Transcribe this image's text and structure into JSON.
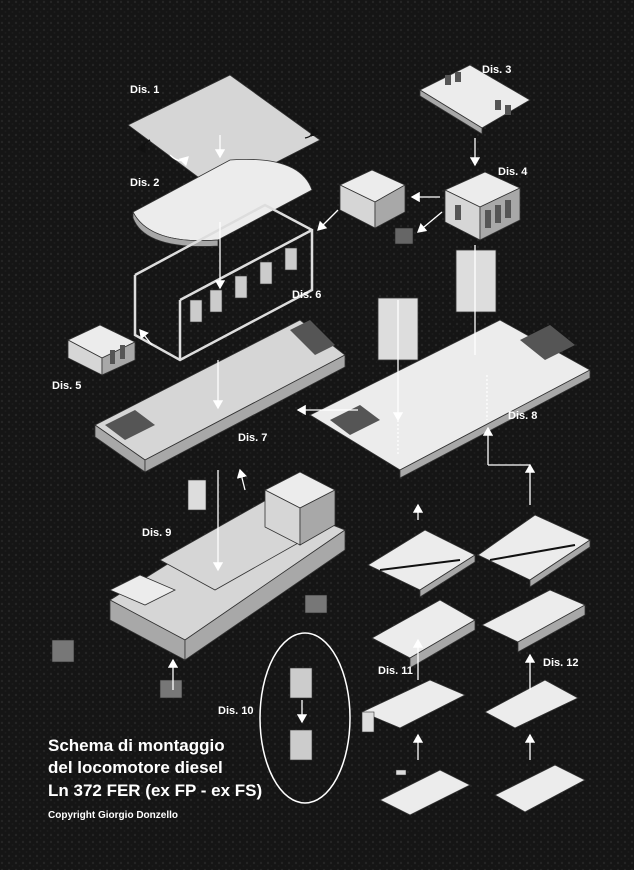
{
  "labels": {
    "dis1": "Dis. 1",
    "dis2": "Dis. 2",
    "dis3": "Dis. 3",
    "dis4": "Dis. 4",
    "dis5": "Dis. 5",
    "dis6": "Dis. 6",
    "dis7": "Dis. 7",
    "dis8": "Dis. 8",
    "dis9": "Dis. 9",
    "dis10": "Dis. 10",
    "dis11": "Dis. 11",
    "dis12": "Dis. 12"
  },
  "title": {
    "line1": "Schema di montaggio",
    "line2": "del locomotore diesel",
    "line3": "Ln 372 FER (ex FP - ex FS)"
  },
  "copyright": "Copyright Giorgio Donzello",
  "colors": {
    "background": "#141414",
    "part": "#d6d6d6",
    "text": "#ffffff"
  }
}
